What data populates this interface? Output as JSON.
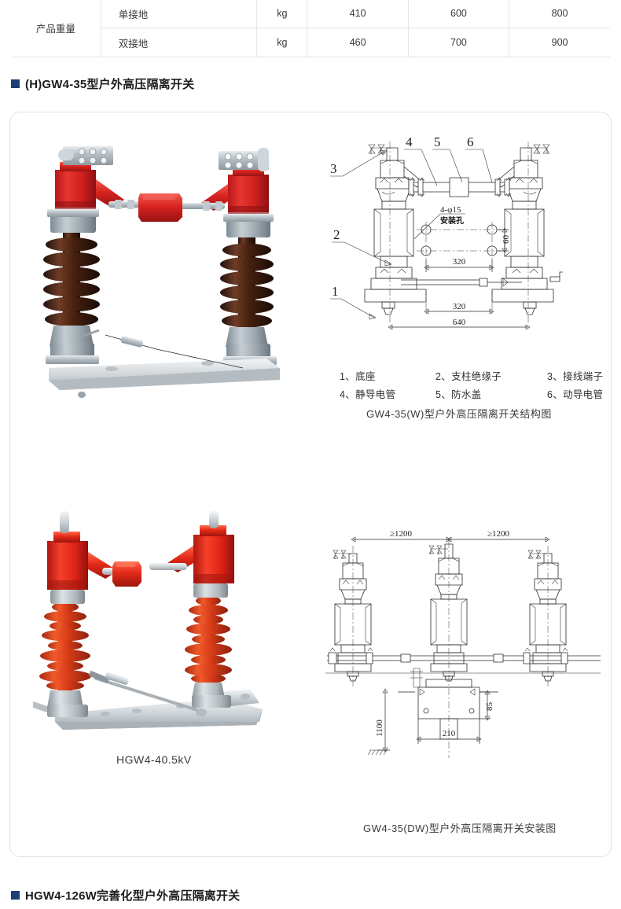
{
  "table": {
    "rows": [
      {
        "label": "产品重量",
        "sub": "单接地",
        "unit": "kg",
        "values": [
          "410",
          "600",
          "800"
        ]
      },
      {
        "label": "",
        "sub": "双接地",
        "unit": "kg",
        "values": [
          "460",
          "700",
          "900"
        ]
      }
    ]
  },
  "headings": {
    "top": "(H)GW4-35型户外高压隔离开关",
    "bottom": "HGW4-126W完善化型户外高压隔离开关",
    "bullet_color": "#1b3f79"
  },
  "figures": {
    "photo_top": {
      "alt": "GW4-35 型户外高压隔离开关产品照片"
    },
    "photo_bottom": {
      "alt": "HGW4-40.5kV 户外高压隔离开关产品照片",
      "caption": "HGW4-40.5kV"
    },
    "drawing_top": {
      "caption": "GW4-35(W)型户外高压隔离开关结构图",
      "callouts": [
        "1",
        "2",
        "3",
        "4",
        "5",
        "6"
      ],
      "dimensions": {
        "hole_note_line1": "4-φ15",
        "hole_note_line2": "安装孔",
        "hole_pitch_v": "60",
        "hole_pitch_h": "320",
        "base_pitch": "320",
        "base_width": "640"
      },
      "legend": [
        {
          "no": "1、",
          "name": "底座"
        },
        {
          "no": "2、",
          "name": "支柱绝缘子"
        },
        {
          "no": "3、",
          "name": "接线端子"
        },
        {
          "no": "4、",
          "name": "静导电管"
        },
        {
          "no": "5、",
          "name": "防水盖"
        },
        {
          "no": "6、",
          "name": "动导电管"
        }
      ]
    },
    "drawing_bottom": {
      "caption": "GW4-35(DW)型户外高压隔离开关安装图",
      "dimensions": {
        "phase_gap_left": "≥1200",
        "phase_gap_right": "≥1200",
        "height": "1100",
        "plate_width": "210",
        "plate_offset": "85"
      }
    }
  }
}
